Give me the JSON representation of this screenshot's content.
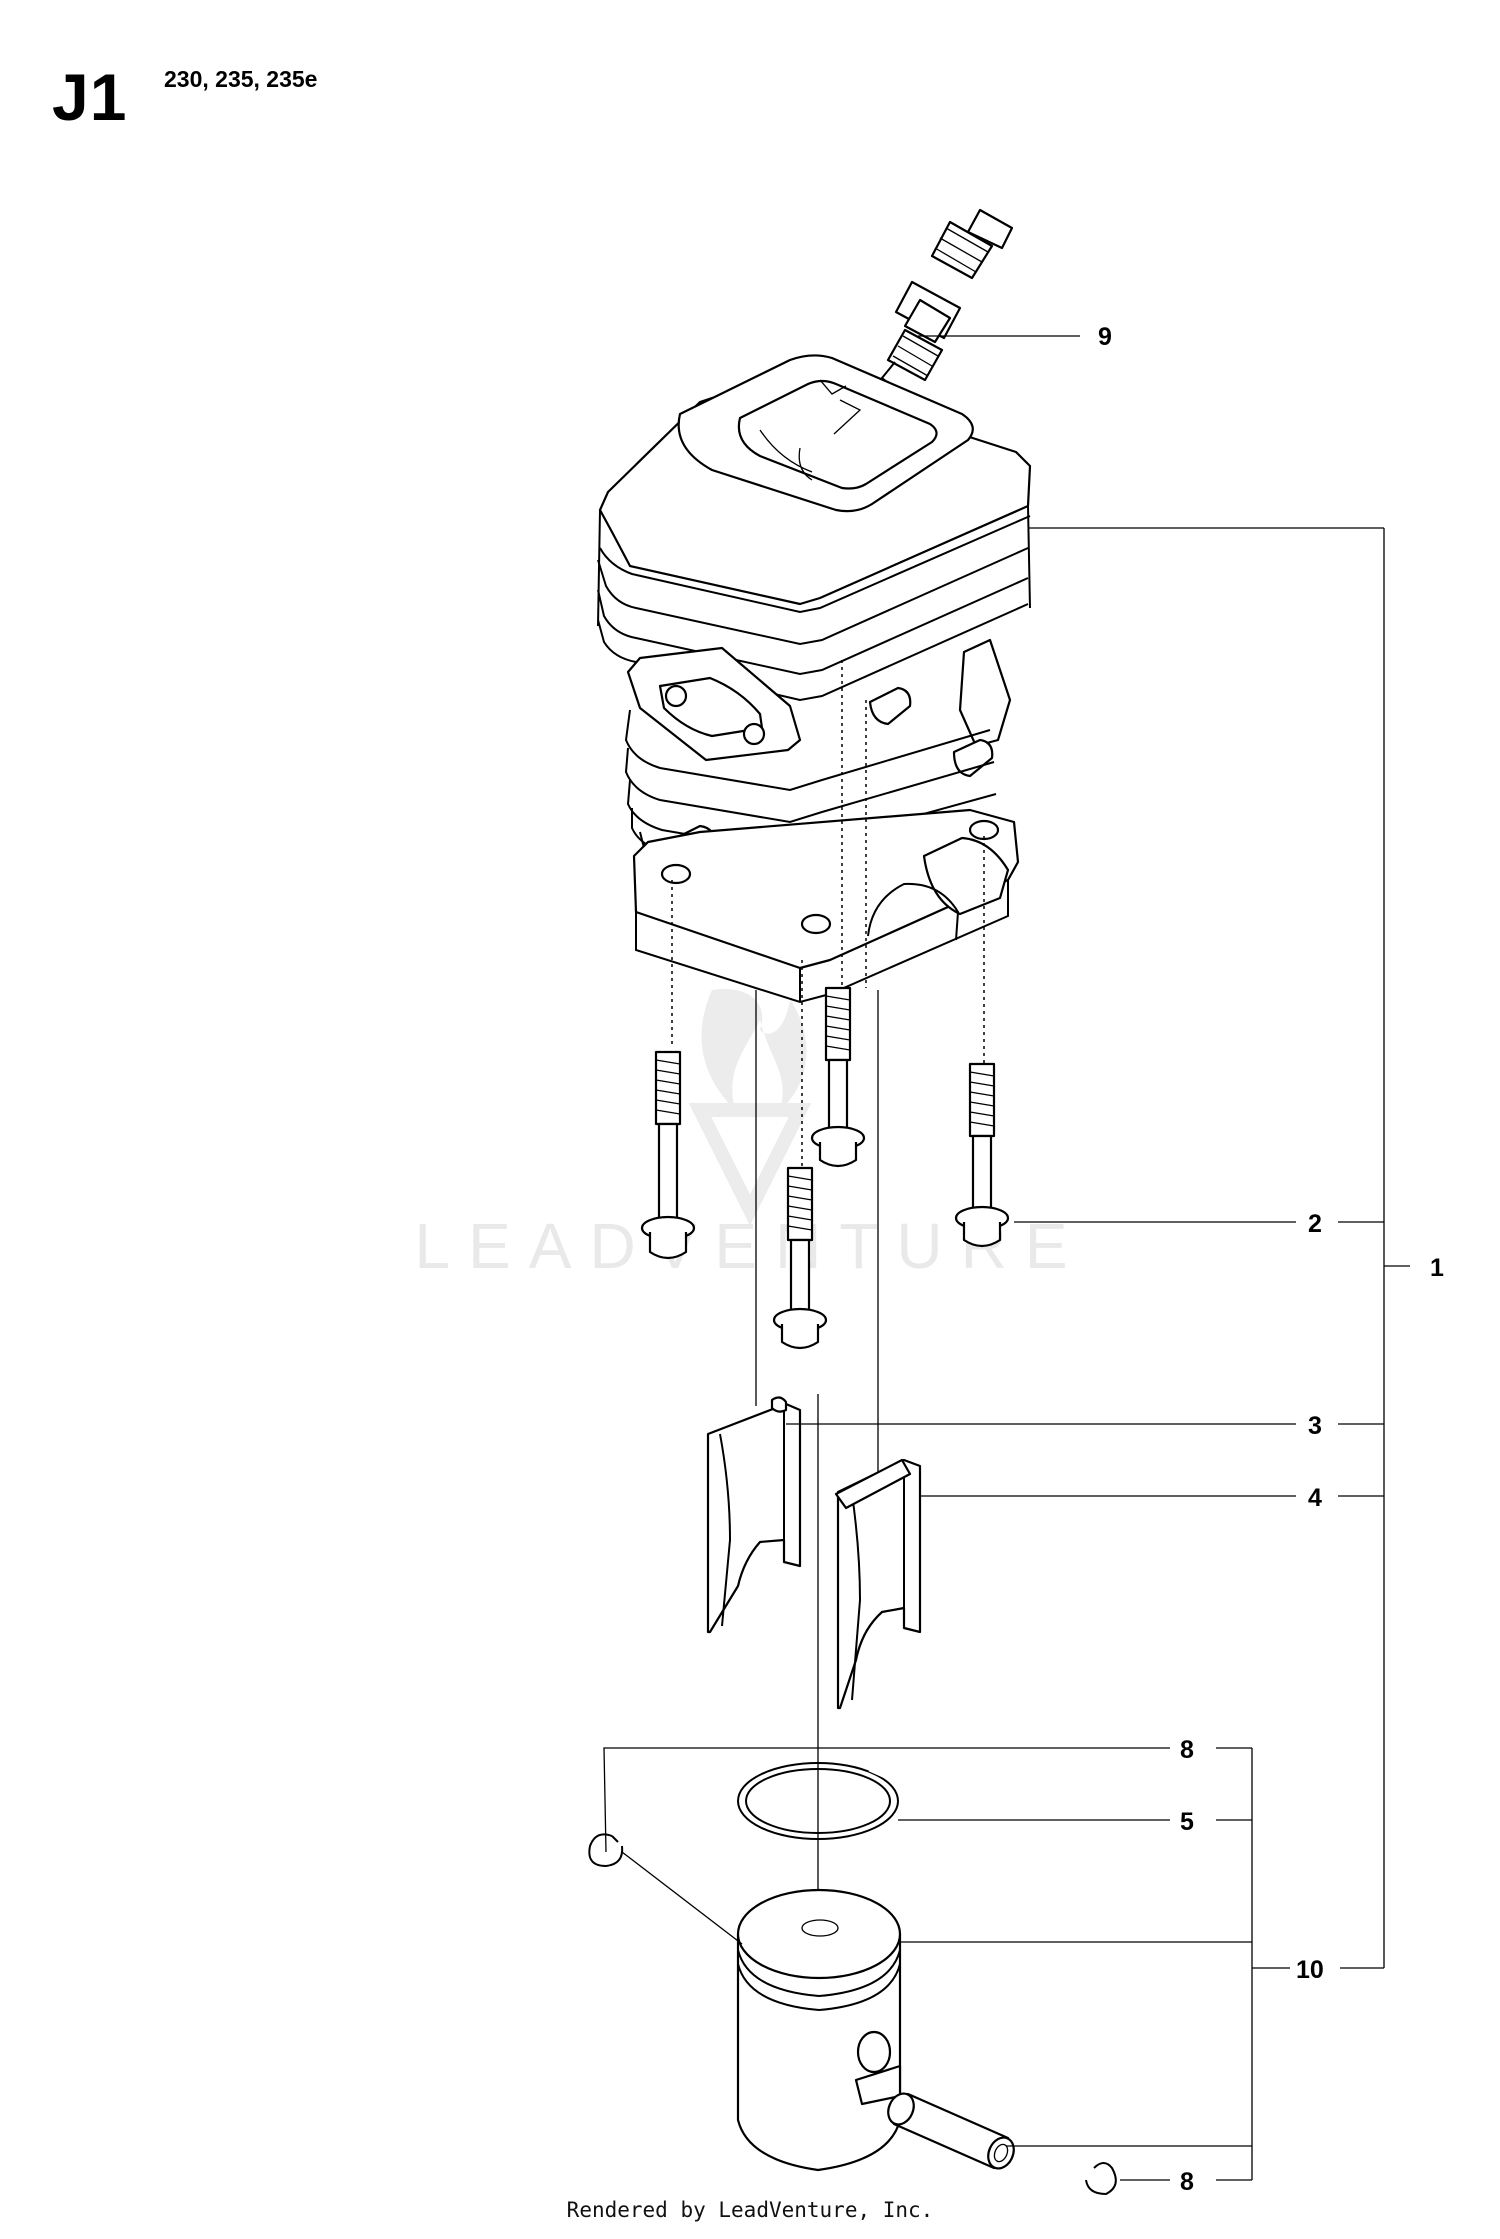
{
  "header": {
    "section_code": "J1",
    "models": "230, 235, 235e"
  },
  "watermark": {
    "text": "LEADVENTURE"
  },
  "callouts": [
    {
      "id": "9"
    },
    {
      "id": "2"
    },
    {
      "id": "1"
    },
    {
      "id": "3"
    },
    {
      "id": "4"
    },
    {
      "id": "8"
    },
    {
      "id": "5"
    },
    {
      "id": "10"
    },
    {
      "id": "8"
    }
  ],
  "footer": {
    "text": "Rendered by LeadVenture, Inc."
  },
  "colors": {
    "line": "#000000",
    "background": "#ffffff",
    "watermark": "#e9e9e9"
  }
}
